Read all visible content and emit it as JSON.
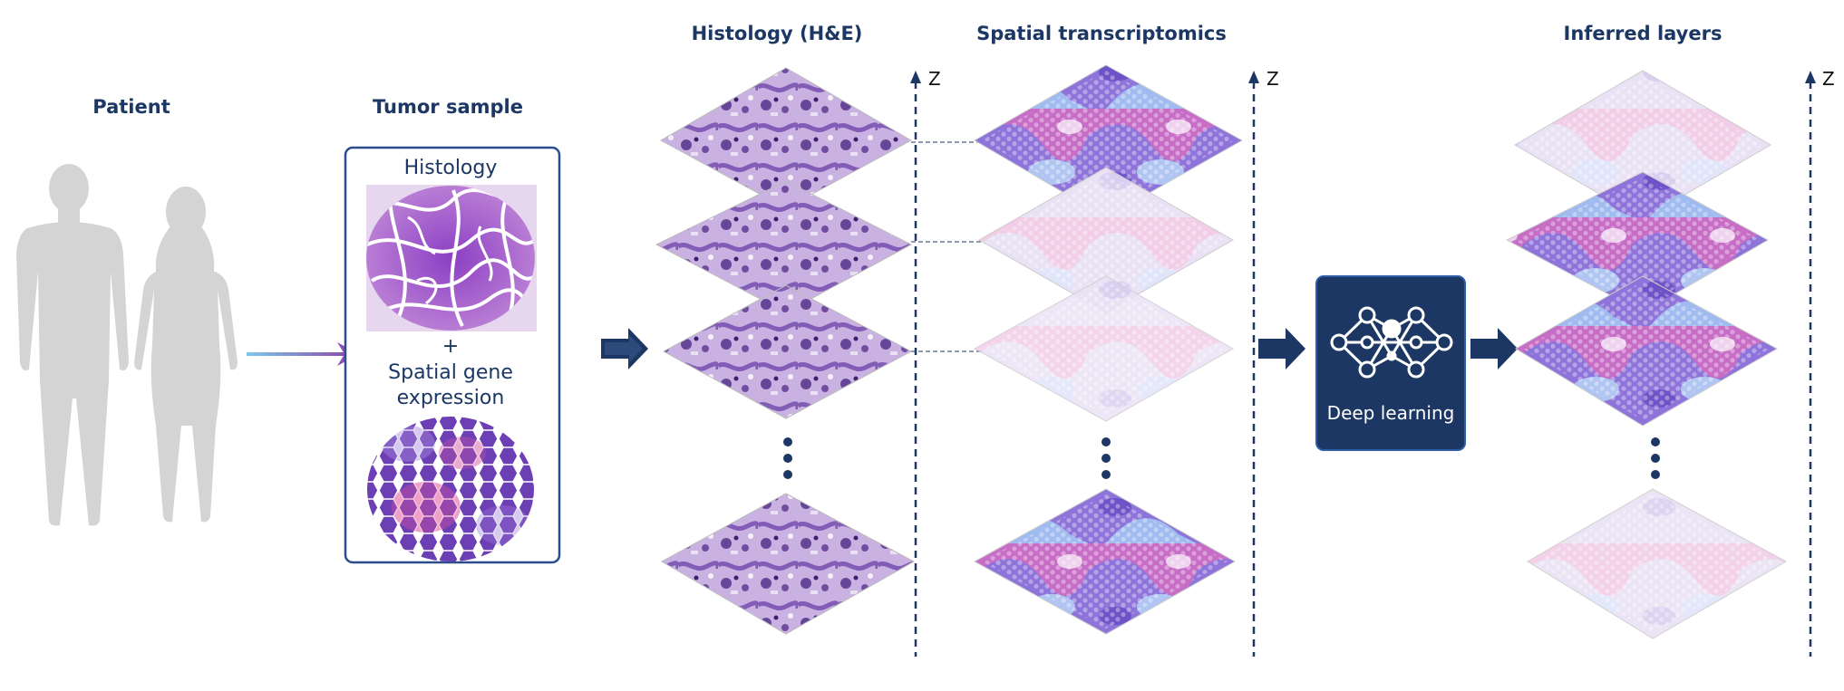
{
  "titles": {
    "patient": "Patient",
    "tumor_sample": "Tumor sample",
    "histology_he": "Histology (H&E)",
    "spatial_transcriptomics": "Spatial transcriptomics",
    "inferred_layers": "Inferred layers"
  },
  "sample_box": {
    "histology": "Histology",
    "plus": "+",
    "spatial_line1": "Spatial gene",
    "spatial_line2": "expression"
  },
  "axis_label": "Z",
  "deep_learning": "Deep learning",
  "colors": {
    "title_navy": "#1c3763",
    "he_purple": "#7e4fb3",
    "tile_pink": "#e05aa8",
    "tile_blue": "#6a87e6",
    "silhouette": "#d4d4d4",
    "dl_box": "#1c3763"
  }
}
